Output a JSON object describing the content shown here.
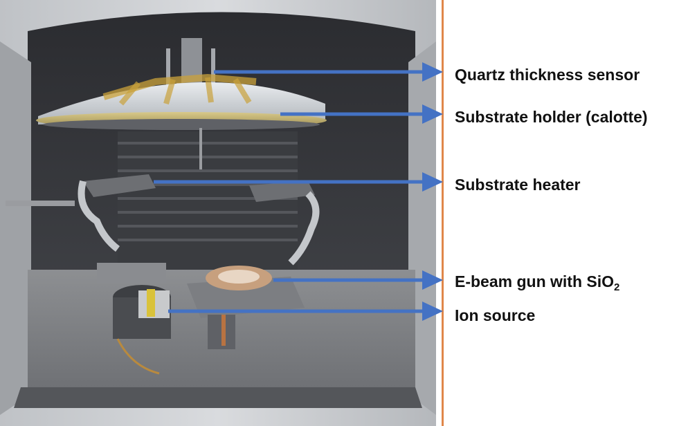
{
  "colors": {
    "arrow": "#4472c4",
    "divider": "#e0874a",
    "text": "#111111"
  },
  "labels": {
    "quartz": "Quartz  thickness sensor",
    "holder": "Substrate holder (calotte)",
    "heater": "Substrate heater",
    "ebeam_prefix": "E-beam gun with SiO",
    "ebeam_sub": "2",
    "ion": "Ion source"
  }
}
